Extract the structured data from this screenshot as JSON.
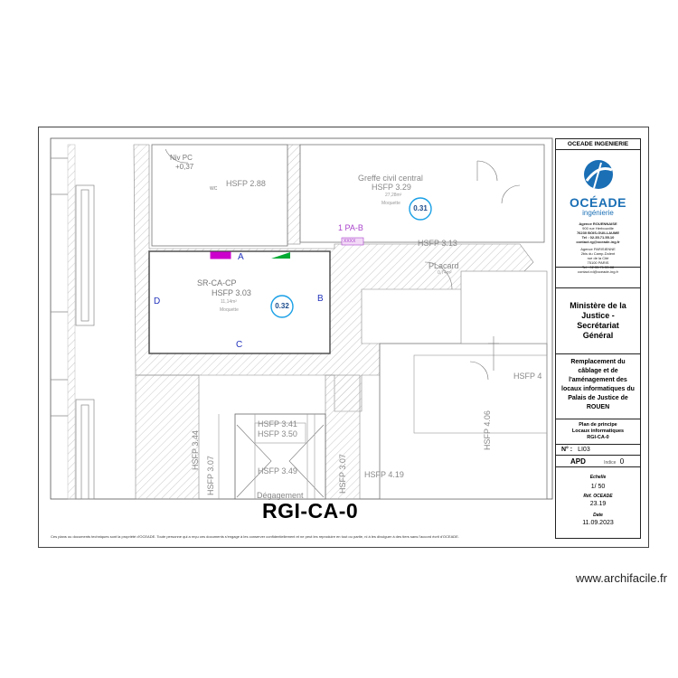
{
  "drawing": {
    "title": "RGI-CA-0",
    "disclaimer": "Ces plans ou documents techniques sont la propriété d'OCEADE. Toute personne qui a reçu ces documents s'engage à les conserver confidentiellement et ne peut les reproduire en tout ou partie, ni à les divulguer à des tiers sans l'accord écrit d'OCEADE."
  },
  "rooms": {
    "niv": "Niv PC",
    "niv_val": "+0,37",
    "wc": "WC",
    "hsfp_288": "HSFP 2.88",
    "greffe_title": "Greffe civil central",
    "greffe_hsfp": "HSFP 3.29",
    "greffe_area": "27,28m²",
    "greffe_floor": "Moquette",
    "greffe_badge": "0.31",
    "pa_label": "1 PA-B",
    "pa_box": "XXXX",
    "hsfp_313": "HSFP 3.13",
    "placard": "PLacard",
    "placard_area": "0,74m²",
    "main_title": "SR-CA-CP",
    "main_hsfp": "HSFP 3.03",
    "main_area": "11,14m²",
    "main_floor": "Moquette",
    "main_badge": "0.32",
    "wall_a": "A",
    "wall_b": "B",
    "wall_c": "C",
    "wall_d": "D",
    "hsfp_341": "HSFP 3.41",
    "hsfp_350": "HSFP 3.50",
    "hsfp_349": "HSFP 3.49",
    "hsfp_344": "HSFP 3.44",
    "hsfp_307a": "HSFP 3.07",
    "hsfp_307b": "HSFP 3.07",
    "hsfp_419": "HSFP 4.19",
    "hsfp_406": "HSFP 4.06",
    "hsfp_4": "HSFP 4",
    "degagement": "Dégagement"
  },
  "title_block": {
    "company": "OCEADE INGENIERIE",
    "logo_main": "OCÉADE",
    "logo_sub": "ingénierie",
    "agency1": [
      "Agence ROUENNAISE",
      "900 rue Herbouville",
      "76230 BOIS-GUILLAUME",
      "Tel : 02.35.71.55.10",
      "contact.rg@oceade-ing.fr"
    ],
    "agency2": [
      "Agence PARISIENNE",
      "2bis du Camp-Dolent",
      "rue de la Cité",
      "75100 PARIS",
      "Tel : 02.35.71.55.88",
      "contact.rd@oceade-ing.fr"
    ],
    "client": "Ministère de la Justice - Secrétariat Général",
    "project": "Remplacement du câblage et de l'aménagement des locaux informatiques du Palais de Justice de ROUEN",
    "plan_desc": [
      "Plan de principe",
      "Locaux informatiques",
      "RGI-CA-0"
    ],
    "num_label": "N° :",
    "num_value": "LI03",
    "phase": "APD",
    "indice_label": "Indice",
    "indice_value": "0",
    "scale_label": "Echelle",
    "scale_value": "1/ 50",
    "ref_label": "Réf. OCEADE",
    "ref_value": "23.19",
    "date_label": "Date",
    "date_value": "11.09.2023"
  },
  "watermark": "www.archifacile.fr",
  "colors": {
    "badge": "#1aa0e6",
    "label_blue": "#2233bb",
    "magenta": "#cc00cc",
    "green": "#00aa33",
    "pa": "#aa44cc",
    "logo_blue": "#1a6fb5"
  }
}
